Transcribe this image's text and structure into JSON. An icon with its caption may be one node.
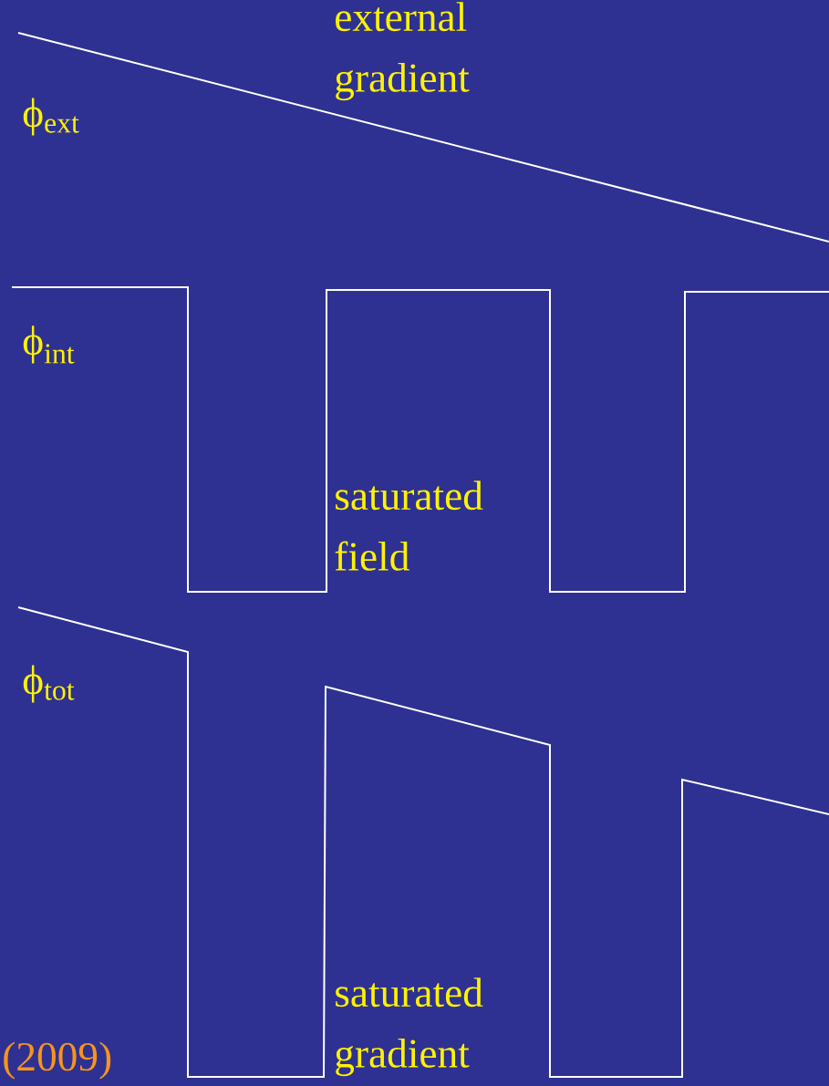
{
  "diagram": {
    "labels": [
      "external gradient",
      "ϕ$_{ext}$",
      "ϕ$_{int}$",
      "saturated field",
      "ϕ$_{tot}$",
      "saturated gradient",
      "(2009)"
    ]
  }
}
